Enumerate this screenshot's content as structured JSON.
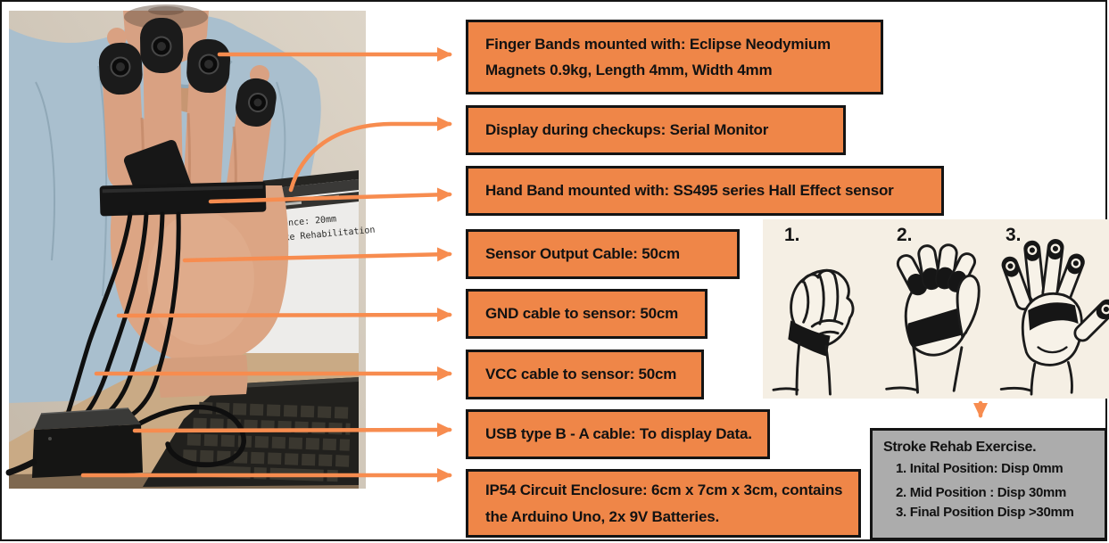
{
  "photo": {
    "laptop_screen": {
      "line1": "Distance: 20mm",
      "line2": "Stroke Rehabilitation"
    }
  },
  "callouts": [
    {
      "text": "Finger Bands mounted with: Eclipse Neodymium Magnets 0.9kg, Length 4mm, Width 4mm"
    },
    {
      "text": "Display during checkups: Serial Monitor"
    },
    {
      "text": "Hand Band mounted with: SS495 series Hall Effect sensor"
    },
    {
      "text": "Sensor  Output Cable: 50cm"
    },
    {
      "text": "GND cable to sensor: 50cm"
    },
    {
      "text": "VCC cable to sensor: 50cm"
    },
    {
      "text": "USB type B - A cable: To display Data."
    },
    {
      "text": "IP54 Circuit Enclosure: 6cm x 7cm x 3cm, contains the  Arduino Uno,  2x 9V Batteries."
    }
  ],
  "exercise_panel": {
    "step_labels": [
      "1.",
      "2.",
      "3."
    ]
  },
  "exercise_box": {
    "title": "Stroke Rehab Exercise.",
    "items": [
      "1. Inital Position: Disp 0mm",
      "2. Mid Position : Disp  30mm",
      "3. Final Position Disp >30mm"
    ]
  },
  "colors": {
    "callout_fill": "#EF8648",
    "arrow_orange": "#F78C4F",
    "panel_background": "#F5EFE4",
    "exercise_box_fill": "#ACACAC",
    "outline_black": "#141414"
  }
}
